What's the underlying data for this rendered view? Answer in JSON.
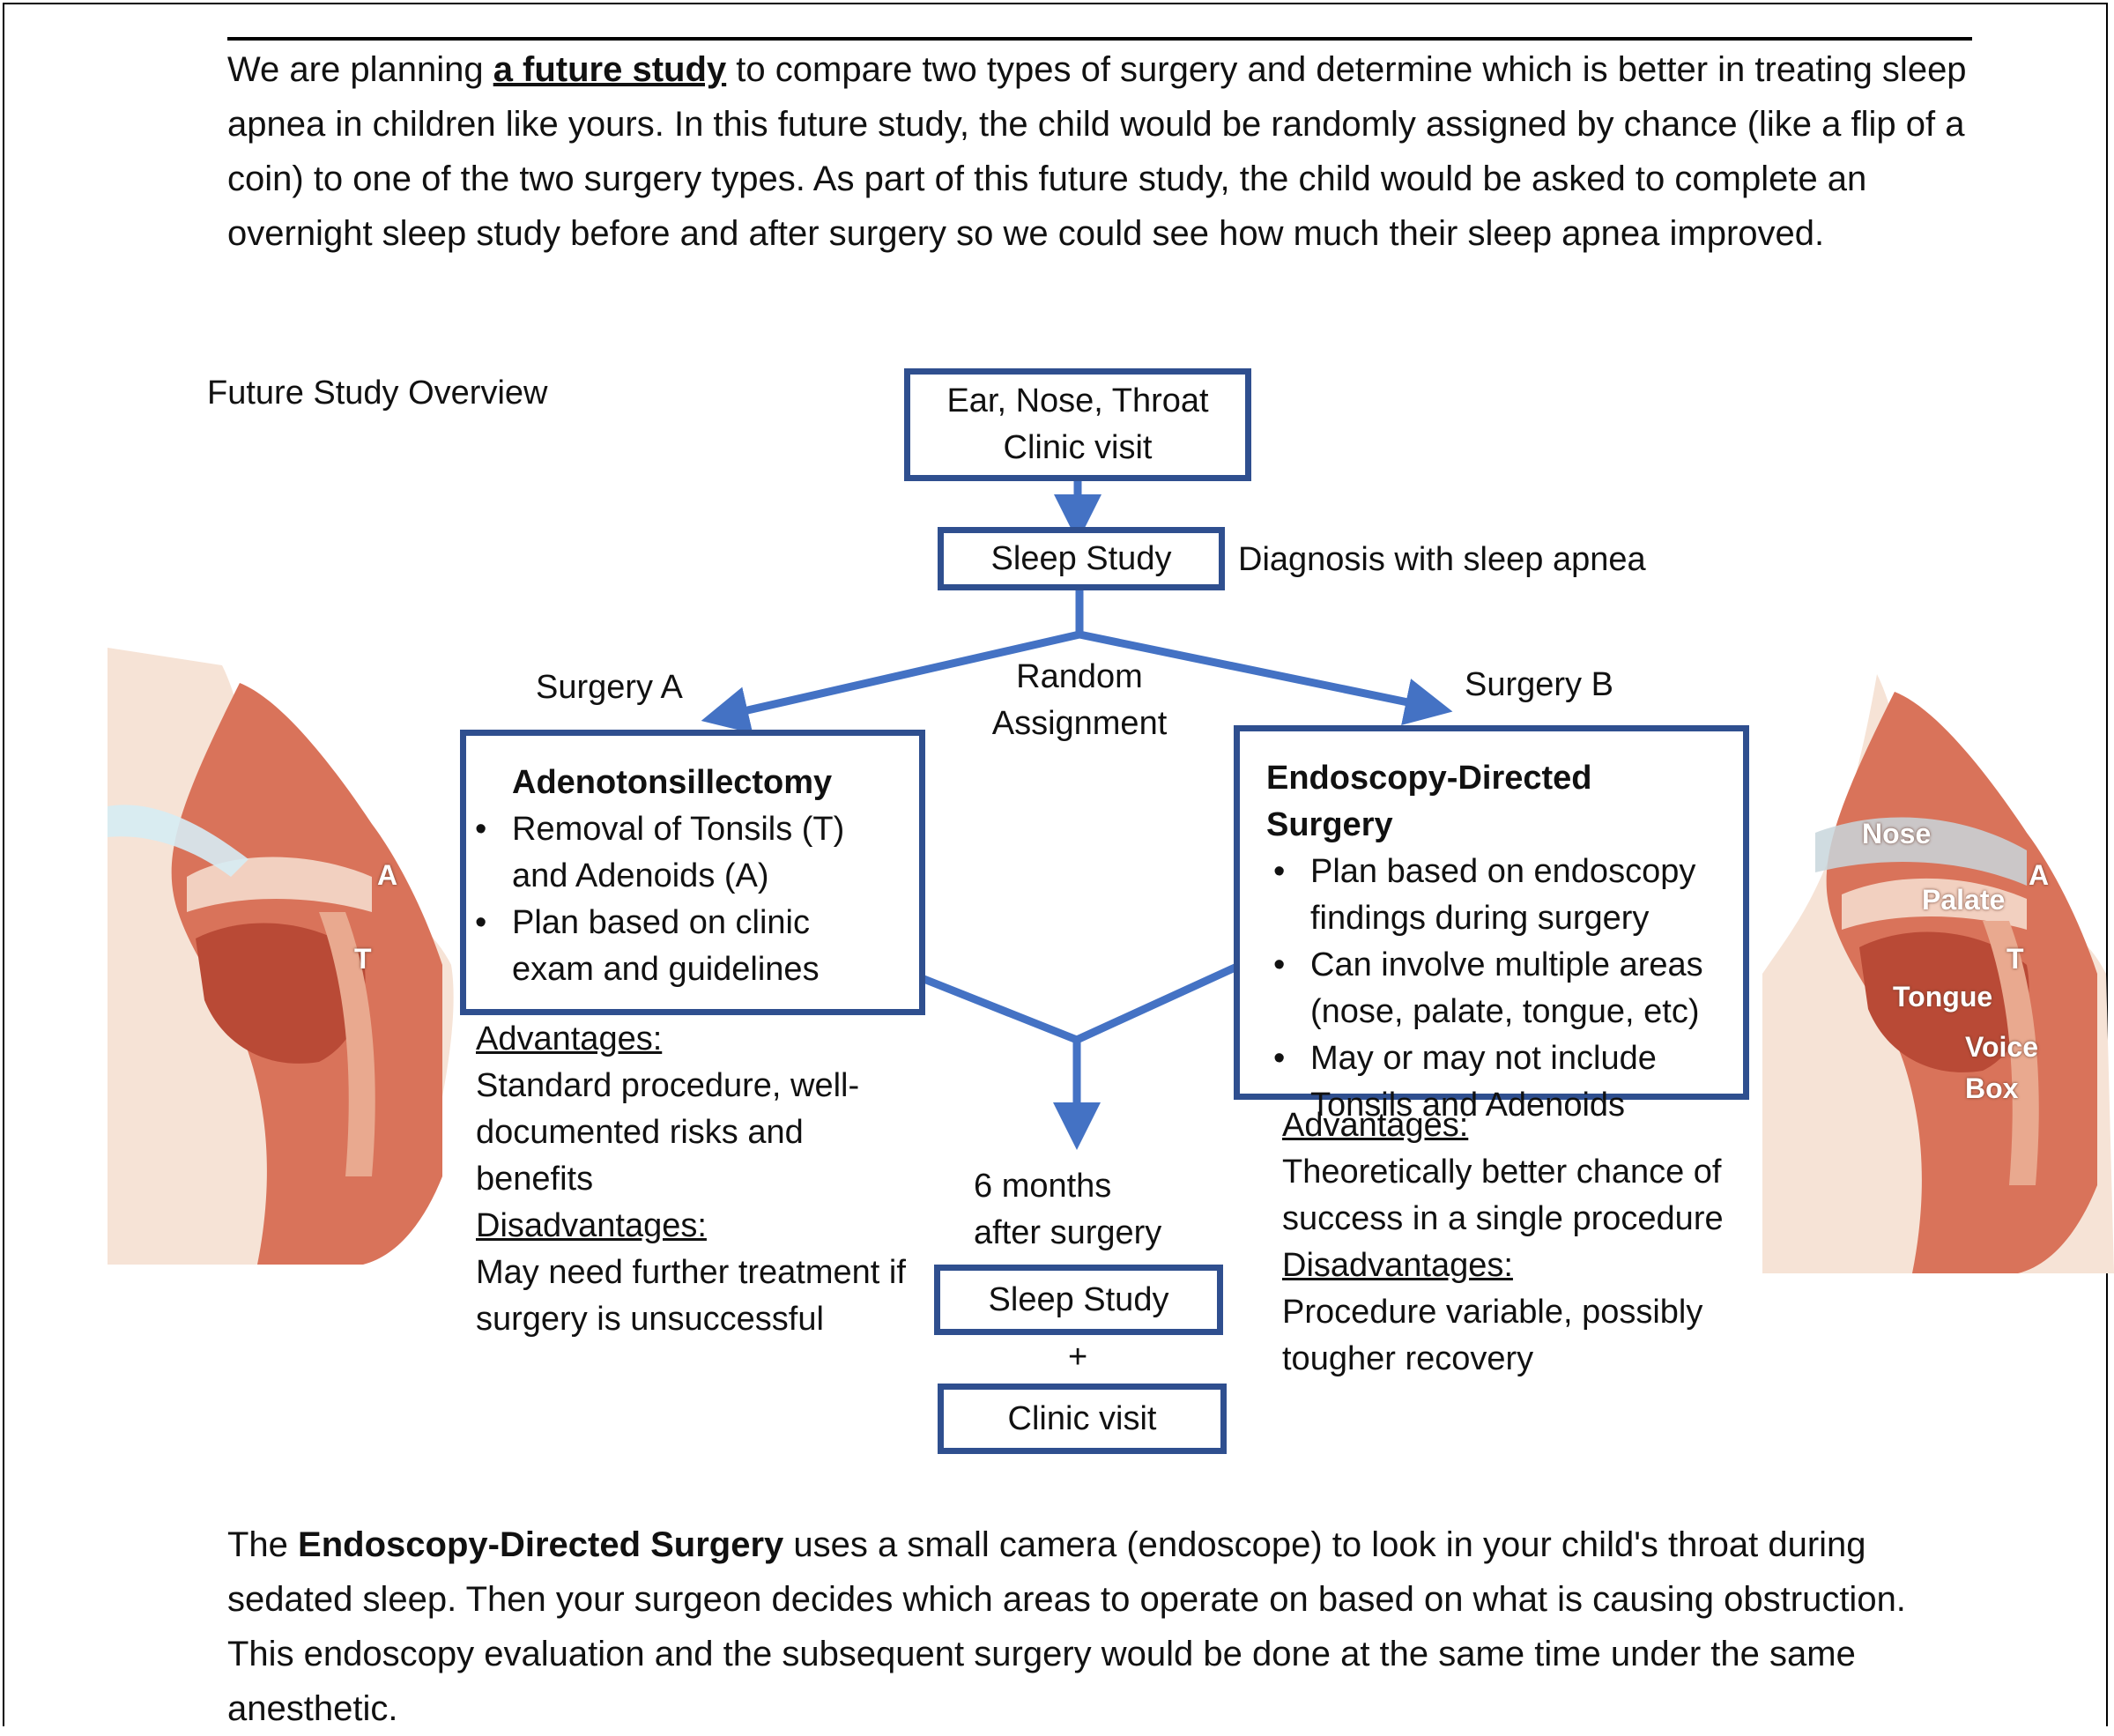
{
  "intro": {
    "before": "We are planning ",
    "emph": "a future study",
    "after": " to compare two types of surgery and determine which is better in treating sleep apnea in children like yours. In this future study, the child would be randomly assigned by chance (like a flip of a coin) to one of the two surgery types. As part of this future study, the child would be asked to complete an overnight sleep study before and after surgery so we could see how much their sleep apnea improved."
  },
  "diagram": {
    "title": "Future Study Overview",
    "ent_line1": "Ear, Nose, Throat",
    "ent_line2": "Clinic visit",
    "sleep_study_1": "Sleep Study",
    "diagnosis": "Diagnosis with sleep apnea",
    "random_line1": "Random",
    "random_line2": "Assignment",
    "surgery_a": "Surgery A",
    "surgery_b": "Surgery B",
    "box_a": {
      "title": "Adenotonsillectomy",
      "bullets": [
        "Removal of Tonsils (T) and Adenoids (A)",
        "Plan based on clinic exam and guidelines"
      ]
    },
    "box_b": {
      "title": "Endoscopy-Directed Surgery",
      "bullets": [
        "Plan based on endoscopy findings during surgery",
        "Can involve multiple areas (nose, palate, tongue, etc)",
        "May or may not include Tonsils and Adenoids"
      ]
    },
    "a_adv_head": "Advantages:",
    "a_adv": "Standard procedure, well-documented risks and benefits",
    "a_dis_head": "Disadvantages:",
    "a_dis": "May need further treatment if surgery is unsuccessful",
    "b_adv_head": "Advantages:",
    "b_adv": "Theoretically better chance of success in a single procedure",
    "b_dis_head": "Disadvantages:",
    "b_dis": "Procedure variable, possibly tougher recovery",
    "followup_line1": "6 months",
    "followup_line2": "after surgery",
    "sleep_study_2": "Sleep Study",
    "plus": "+",
    "clinic_visit": "Clinic visit",
    "anat_left": {
      "a": "A",
      "t": "T"
    },
    "anat_right": {
      "nose": "Nose",
      "palate": "Palate",
      "a": "A",
      "t": "T",
      "tongue": "Tongue",
      "voice": "Voice",
      "box": "Box"
    }
  },
  "outro": {
    "before": "The ",
    "emph": "Endoscopy-Directed Surgery",
    "after": " uses a small camera (endoscope) to look in your child's throat during sedated sleep. Then your surgeon decides which areas to operate on based on what is causing obstruction. This endoscopy evaluation and the subsequent surgery would be done at the same time under the same anesthetic."
  },
  "colors": {
    "box_border": "#2f4f8f",
    "arrow": "#4472c4"
  }
}
